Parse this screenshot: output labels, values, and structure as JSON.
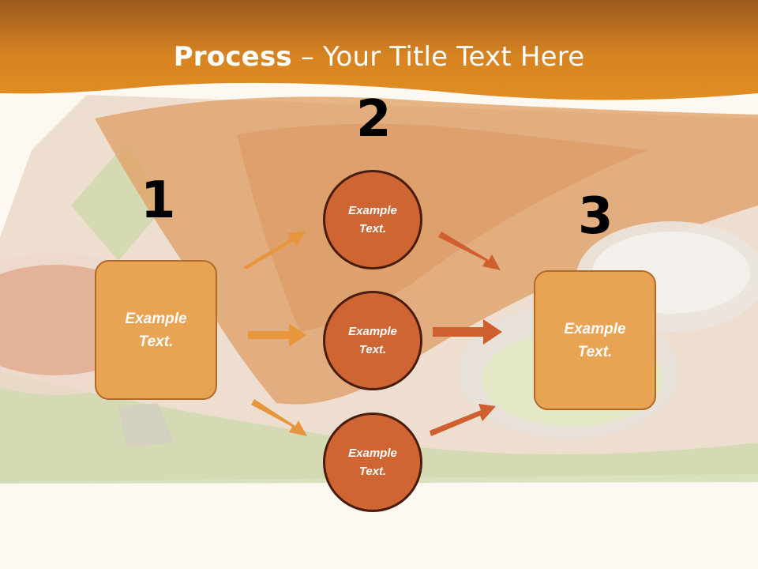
{
  "title": {
    "bold": "Process",
    "rest": " – Your Title Text Here"
  },
  "steps": [
    {
      "number": "1",
      "text": "Example\nText."
    },
    {
      "number": "2"
    },
    {
      "number": "3",
      "text": "Example\nText."
    }
  ],
  "circles": [
    {
      "text": "Example\nText."
    },
    {
      "text": "Example\nText."
    },
    {
      "text": "Example\nText."
    }
  ],
  "colors": {
    "header": "#d9831f",
    "box_fill": "#e8a452",
    "circle_fill": "#cf6533",
    "arrow_light": "#e8963e",
    "arrow_dark": "#cf5f2e"
  }
}
